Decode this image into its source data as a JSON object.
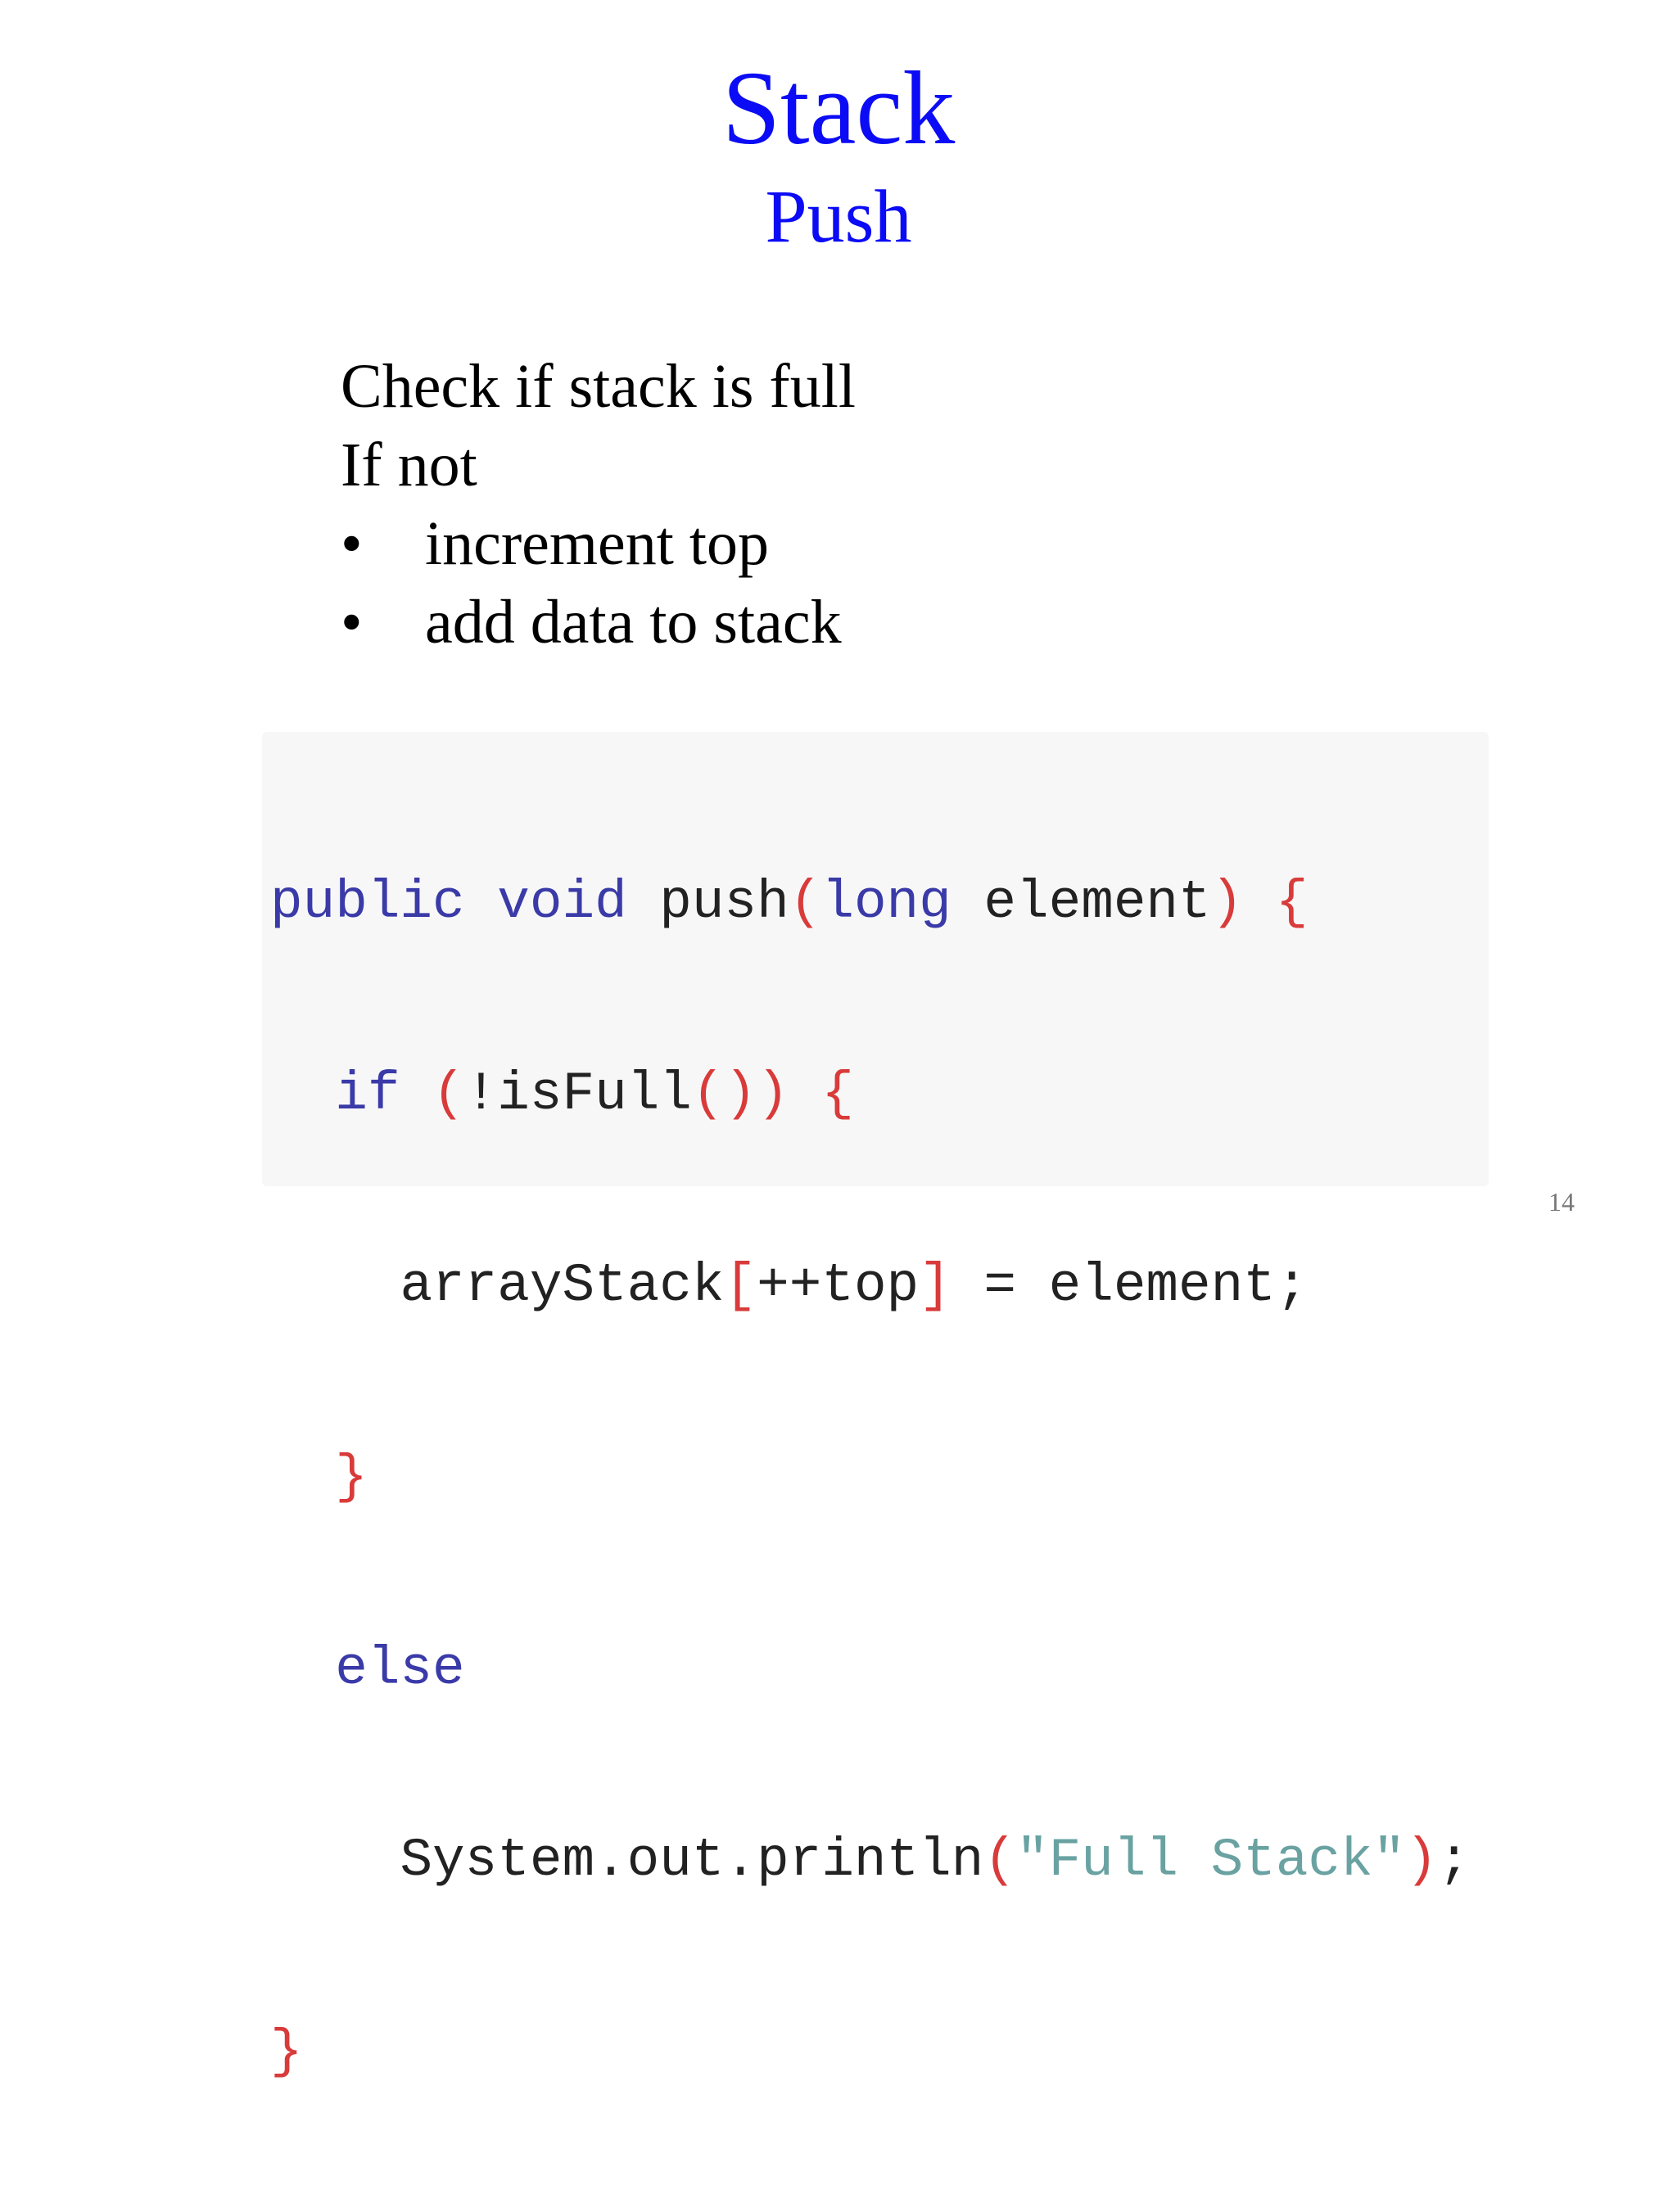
{
  "slide": {
    "title": "Stack",
    "subtitle": "Push",
    "body": {
      "lines": [
        "Check if stack is full",
        "If not"
      ],
      "bullet_char": "•",
      "bullets": [
        "increment top",
        "add data to stack"
      ]
    },
    "code": {
      "line1": {
        "kw1": "public",
        "s1": " ",
        "kw2": "void",
        "s2": " ",
        "tx1": "push",
        "p1": "(",
        "kw3": "long",
        "s3": " ",
        "tx2": "element",
        "p2": ")",
        "s4": " ",
        "p3": "{"
      },
      "line2": {
        "indent": "  ",
        "kw1": "if",
        "s1": " ",
        "p1": "(",
        "tx1": "!isFull",
        "p2": "())",
        "s2": " ",
        "p3": "{"
      },
      "line3": {
        "indent": "    ",
        "tx1": "arrayStack",
        "p1": "[",
        "tx2": "++top",
        "p2": "]",
        "tx3": " = element;"
      },
      "line4": {
        "indent": "  ",
        "p1": "}"
      },
      "line5": {
        "indent": "  ",
        "kw1": "else"
      },
      "line6": {
        "indent": "    ",
        "tx1": "System.out.println",
        "p1": "(",
        "str1": "\"Full Stack\"",
        "p2": ")",
        "tx2": ";"
      },
      "line7": {
        "p1": "}"
      }
    },
    "page_number": "14"
  }
}
